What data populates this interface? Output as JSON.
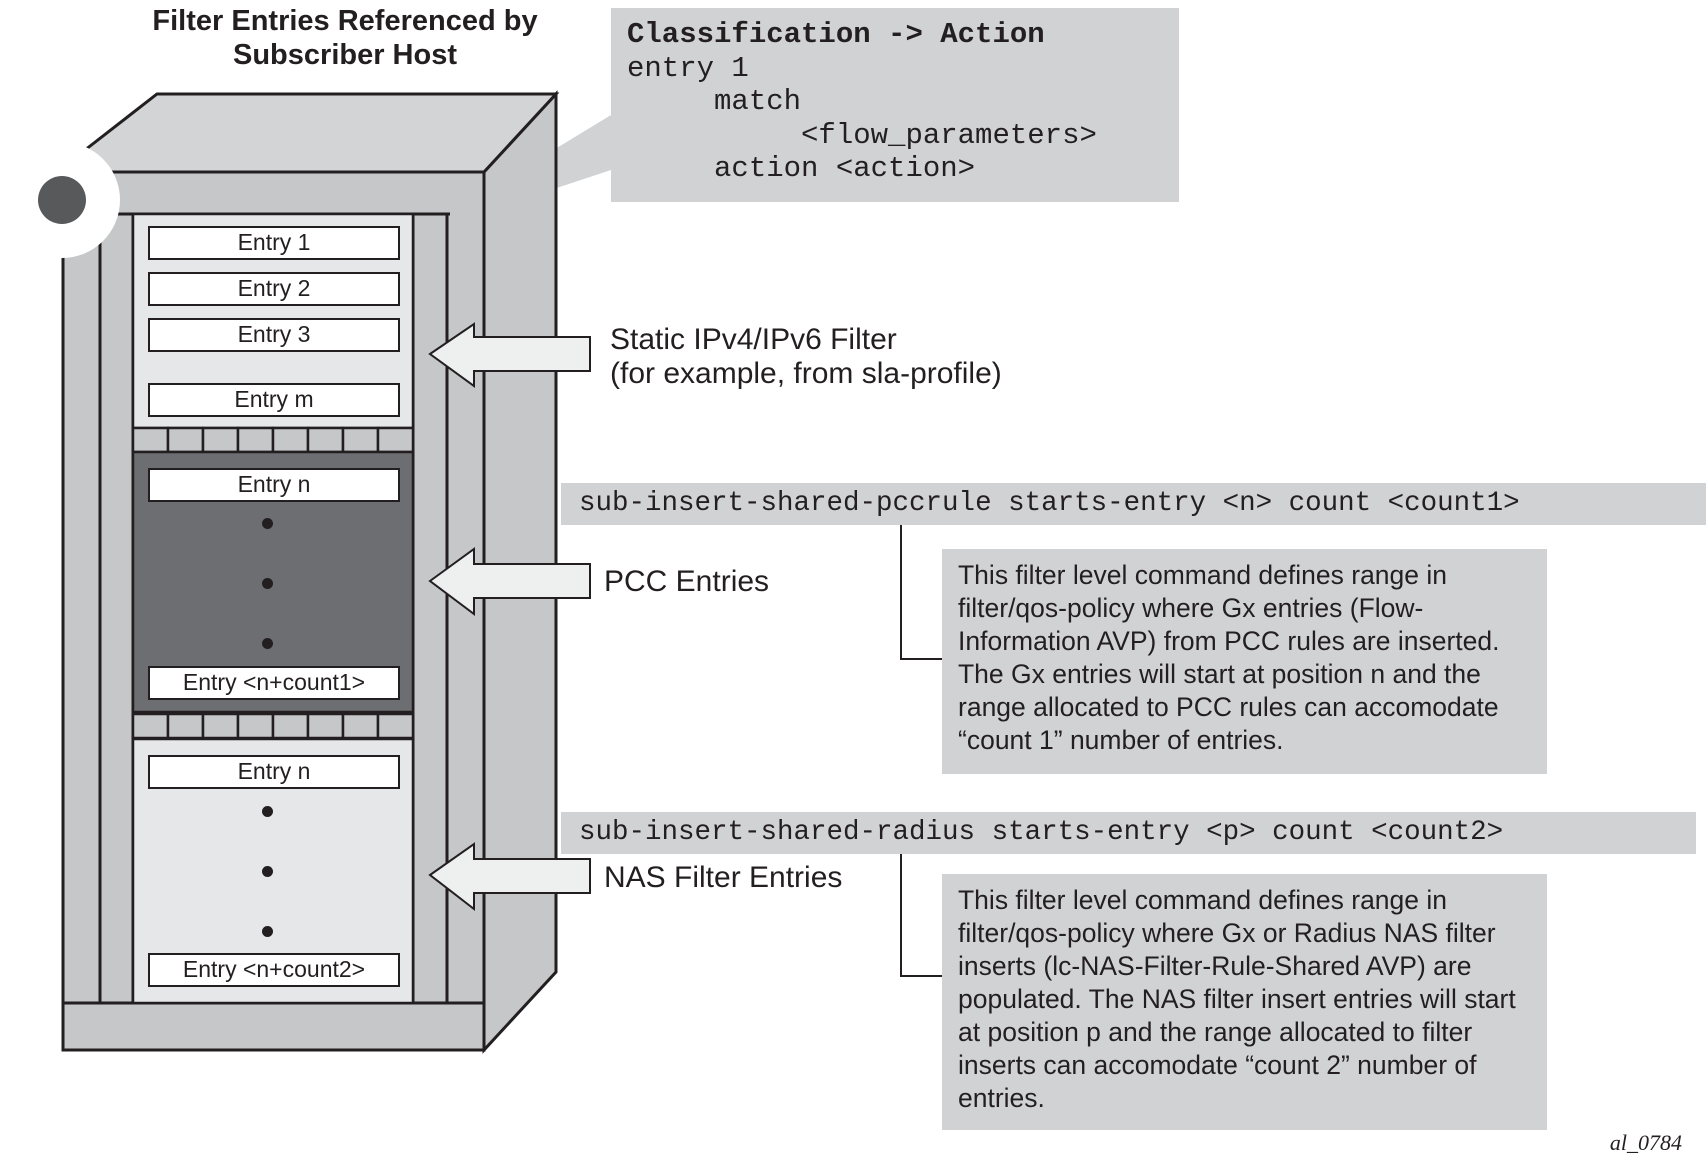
{
  "title": {
    "line1": "Filter Entries Referenced by",
    "line2": "Subscriber Host"
  },
  "classification_callout": {
    "header": "Classification -> Action",
    "lines": [
      "entry 1",
      "     match",
      "          <flow_parameters>",
      "     action <action>"
    ]
  },
  "rack": {
    "static_section": {
      "entries": [
        "Entry 1",
        "Entry 2",
        "Entry 3",
        "Entry m"
      ]
    },
    "pcc_section": {
      "first_entry": "Entry n",
      "last_entry": "Entry <n+count1>"
    },
    "nas_section": {
      "first_entry": "Entry n",
      "last_entry": "Entry <n+count2>"
    }
  },
  "arrows": {
    "static": {
      "label_line1": "Static IPv4/IPv6 Filter",
      "label_line2": "(for example, from sla-profile)"
    },
    "pcc": {
      "label": "PCC Entries"
    },
    "nas": {
      "label": "NAS Filter Entries"
    }
  },
  "commands": {
    "pcc": {
      "command": "sub-insert-shared-pccrule starts-entry <n> count <count1>",
      "description": "This filter level command defines range in filter/qos-policy where Gx entries (Flow-Information AVP) from PCC rules are inserted. The Gx entries will start at position n and the range allocated to PCC rules can accomodate “count 1” number of entries."
    },
    "radius": {
      "command": "sub-insert-shared-radius starts-entry <p> count <count2>",
      "description": "This filter level command defines range in filter/qos-policy where Gx or Radius NAS filter inserts (lc-NAS-Filter-Rule-Shared AVP) are populated. The NAS filter insert entries will start at position p and the range allocated to filter inserts can accomodate “count 2” number of entries."
    }
  },
  "figure_id": "al_0784",
  "colors": {
    "rack_light": "#c6c7c9",
    "rack_top": "#d3d4d5",
    "section_light": "#e6e7e8",
    "section_dark": "#6d6e71",
    "callout_bg": "#d1d2d4",
    "arrow_fill": "#eeefef",
    "outline": "#231f20",
    "indicator": "#58595b"
  }
}
